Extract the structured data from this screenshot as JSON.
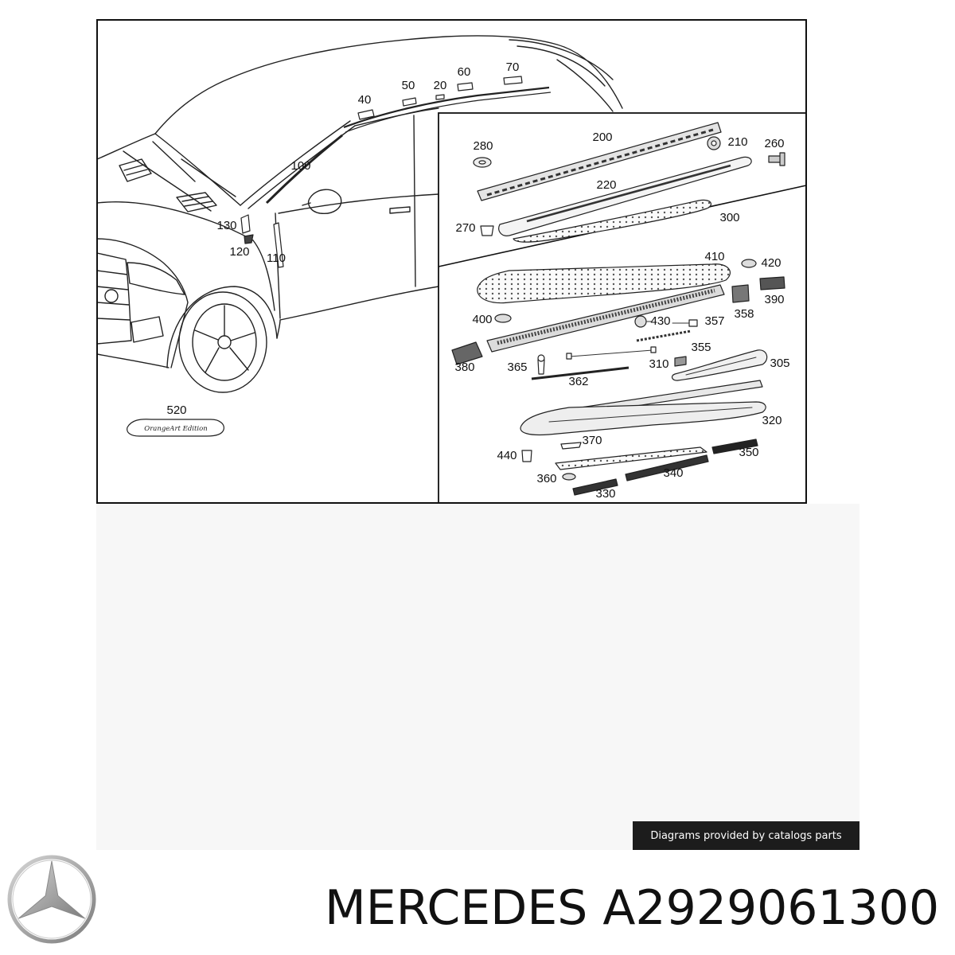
{
  "diagram": {
    "callouts": [
      "70",
      "60",
      "50",
      "20",
      "40",
      "100",
      "130",
      "120",
      "110",
      "520",
      "280",
      "200",
      "210",
      "260",
      "220",
      "270",
      "300",
      "410",
      "420",
      "390",
      "358",
      "400",
      "430",
      "357",
      "355",
      "380",
      "365",
      "310",
      "305",
      "362",
      "320",
      "370",
      "440",
      "350",
      "340",
      "360",
      "330"
    ],
    "emblem_text": "OrangeArt Edition"
  },
  "credit": {
    "text": "Diagrams provided by catalogs parts"
  },
  "brand": {
    "name": "MERCEDES",
    "part_number": "A2929061300",
    "logo_icon": "mercedes-star-icon"
  },
  "colors": {
    "line_art": "#222222",
    "credit_badge_background": "#1c1c1c",
    "credit_badge_text": "#ffffff",
    "title_text": "#111111",
    "logo_gray": "#9a9a9a"
  }
}
